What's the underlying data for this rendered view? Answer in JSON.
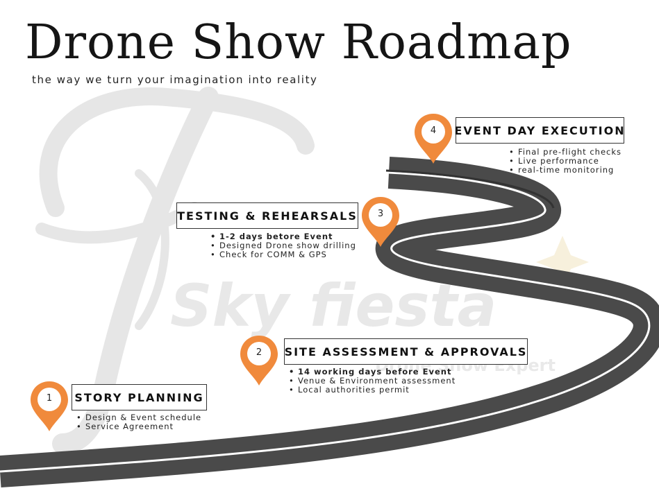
{
  "header": {
    "title": "Drone Show Roadmap",
    "subtitle": "the way we turn your imagination into reality"
  },
  "watermark": {
    "logo_text": "Sky fiesta",
    "tagline": "Drone Show Expert"
  },
  "colors": {
    "pin": "#F08A3C",
    "road": "#4A4A4A",
    "road_line": "#FFFFFF",
    "text": "#111111"
  },
  "stages": [
    {
      "number": "1",
      "title": "STORY PLANNING",
      "bullets": [
        {
          "text": "Design & Event schedule",
          "strong": false
        },
        {
          "text": "Service Agreement",
          "strong": false
        }
      ]
    },
    {
      "number": "2",
      "title": "SITE ASSESSMENT & APPROVALS",
      "bullets": [
        {
          "text": "14 working days before Event",
          "strong": true
        },
        {
          "text": "Venue & Environment assessment",
          "strong": false
        },
        {
          "text": "Local authorities permit",
          "strong": false
        }
      ]
    },
    {
      "number": "3",
      "title": "TESTING & REHEARSALS",
      "bullets": [
        {
          "text": "1-2 days betore Event",
          "strong": true
        },
        {
          "text": "Designed Drone show drilling",
          "strong": false
        },
        {
          "text": "Check for COMM & GPS",
          "strong": false
        }
      ]
    },
    {
      "number": "4",
      "title": "EVENT DAY EXECUTION",
      "bullets": [
        {
          "text": "Final pre-flight checks",
          "strong": false
        },
        {
          "text": "Live performance",
          "strong": false
        },
        {
          "text": "real-time monitoring",
          "strong": false
        }
      ]
    }
  ]
}
